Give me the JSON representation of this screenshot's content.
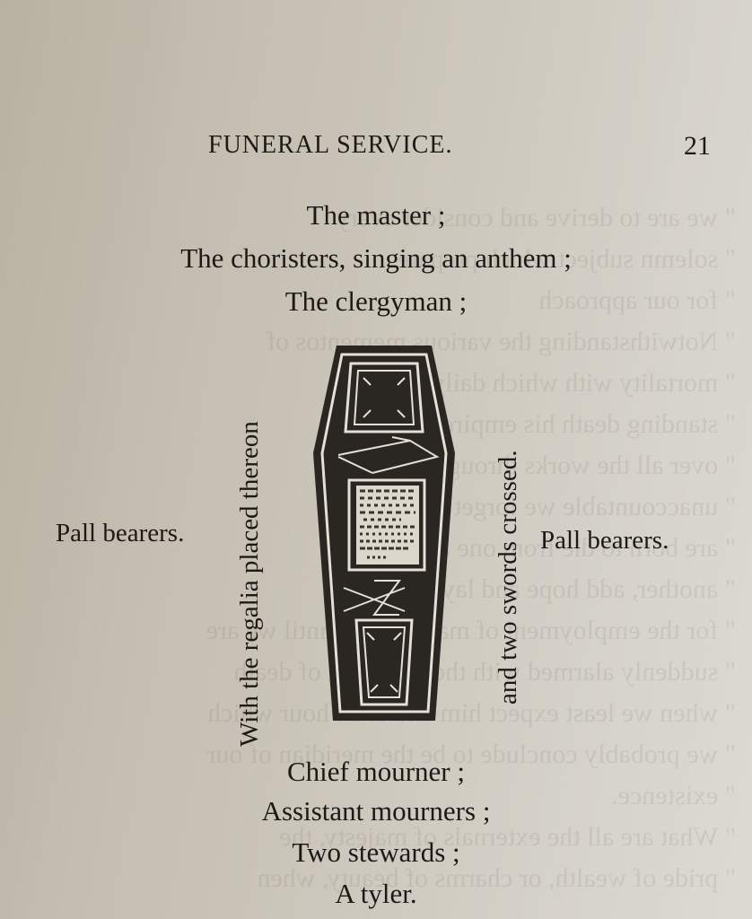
{
  "header": {
    "running_head": "FUNERAL SERVICE.",
    "page_number": "21"
  },
  "procession_top": [
    "The  master ;",
    "The choristers, singing an anthem ;",
    "The clergyman ;"
  ],
  "coffin_section": {
    "left_label": "Pall bearers.",
    "right_label": "Pall bearers.",
    "vertical_left": "With the regalia placed thereon",
    "vertical_right": "and two swords crossed.",
    "illustration": "coffin-woodcut"
  },
  "procession_bottom": [
    "Chief mourner ;",
    "Assistant mourners ;",
    "Two  stewards ;",
    "A  tyler."
  ],
  "colors": {
    "paper": "#cdc8bd",
    "ink": "#1d1a16",
    "coffin": "#2a2622"
  }
}
